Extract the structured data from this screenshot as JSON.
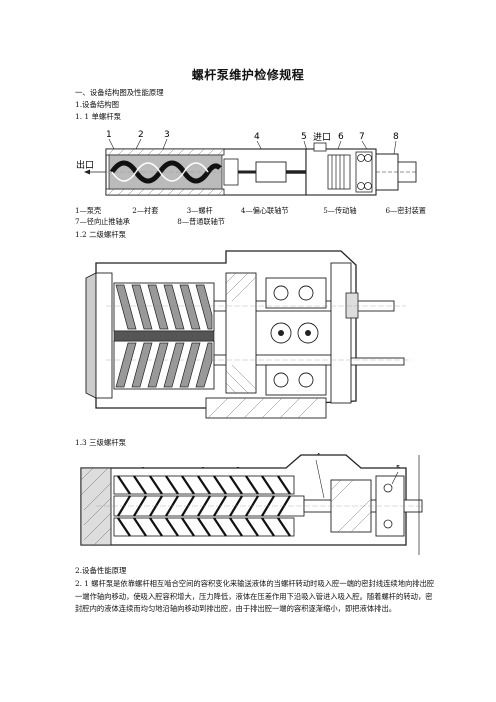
{
  "title": "螺杆泵维护检修规程",
  "sections": {
    "s1": "一、设备结构图及性能原理",
    "s1_1": "1.设备结构图",
    "s1_1_1": "1. 1  单螺杆泵",
    "s1_2": "1.2 二级螺杆泵",
    "s1_3": "1.3 三级螺杆泵",
    "s2": "2.设备性能原理",
    "s2_1": "2. 1  螺杆泵是依靠螺杆相互啮合空间的容积变化来输送液体的当螺杆转动时吸入腔一端的密封线连续地向排出腔一端作轴向移动，使吸入腔容积增大，压力降低，液体在压差作用下沿吸入管进入吸入腔。随着螺杆的转动，密封腔内的液体连续而均匀地沿轴向移动到排出腔，由于排出腔一端的容积逐渐缩小，即把液体排出。"
  },
  "figure1": {
    "numbers": [
      "1",
      "2",
      "3",
      "4",
      "5",
      "6",
      "7",
      "8"
    ],
    "outlet_label": "出口",
    "inlet_label": "进口"
  },
  "legend": [
    "1—泵壳",
    "2—衬套",
    "3—螺杆",
    "4—偏心联轴节",
    "5—传动轴",
    "6—密封装置",
    "7—径向止推轴承",
    "8—普通联轴节"
  ],
  "figure3": {
    "numbers": [
      "1",
      "2",
      "3",
      "4",
      "5"
    ]
  }
}
